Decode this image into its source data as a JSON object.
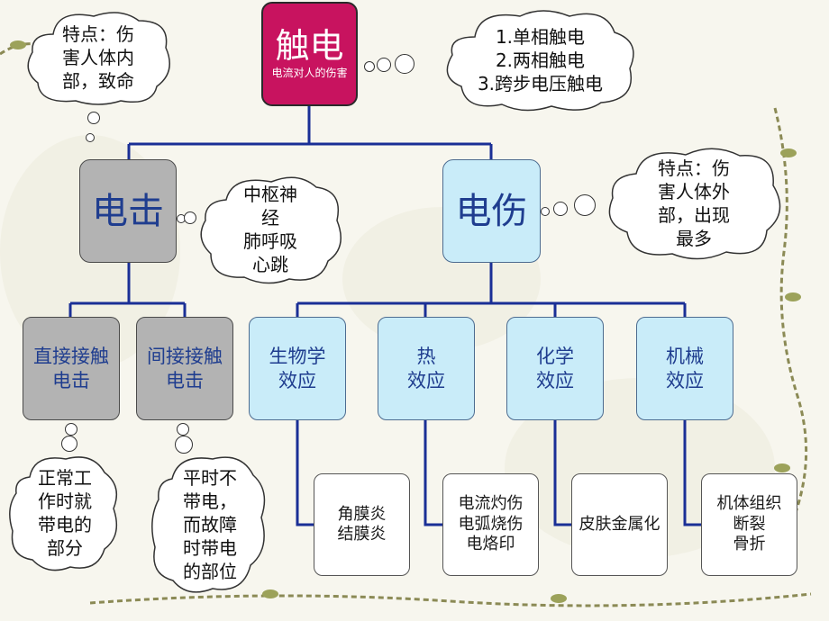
{
  "root": {
    "title": "触电",
    "subtitle": "电流对人的伤害"
  },
  "types_cloud": {
    "lines": [
      "1.单相触电",
      "2.两相触电",
      "3.跨步电压触电"
    ]
  },
  "feature_left": {
    "lines": [
      "特点：伤",
      "害人体内",
      "部，致命"
    ]
  },
  "feature_right": {
    "lines": [
      "特点：伤",
      "害人体外",
      "部，出现",
      "最多"
    ]
  },
  "shock": {
    "label": "电击",
    "effect_lines": [
      "中枢神",
      "经",
      "肺呼吸",
      "心跳"
    ]
  },
  "injury": {
    "label": "电伤"
  },
  "shock_types": [
    {
      "lines": [
        "直接接触",
        "电击"
      ],
      "note_lines": [
        "正常工",
        "作时就",
        "带电的",
        "部分"
      ]
    },
    {
      "lines": [
        "间接接触",
        "电击"
      ],
      "note_lines": [
        "平时不",
        "带电，",
        "而故障",
        "时带电",
        "的部位"
      ]
    }
  ],
  "injury_types": [
    {
      "lines": [
        "生物学",
        "效应"
      ],
      "detail_lines": [
        "角膜炎",
        "结膜炎"
      ]
    },
    {
      "lines": [
        "热",
        "效应"
      ],
      "detail_lines": [
        "电流灼伤",
        "电弧烧伤",
        "电烙印"
      ]
    },
    {
      "lines": [
        "化学",
        "效应"
      ],
      "detail_lines": [
        "皮肤金属化"
      ]
    },
    {
      "lines": [
        "机械",
        "效应"
      ],
      "detail_lines": [
        "机体组织",
        "断裂",
        "骨折"
      ]
    }
  ],
  "colors": {
    "root": "#c8135f",
    "shock_boxes": "#b3b3b3",
    "injury_boxes": "#c9ecf9",
    "connector": "#1a2f96",
    "text_blue": "#1f3d8f"
  }
}
